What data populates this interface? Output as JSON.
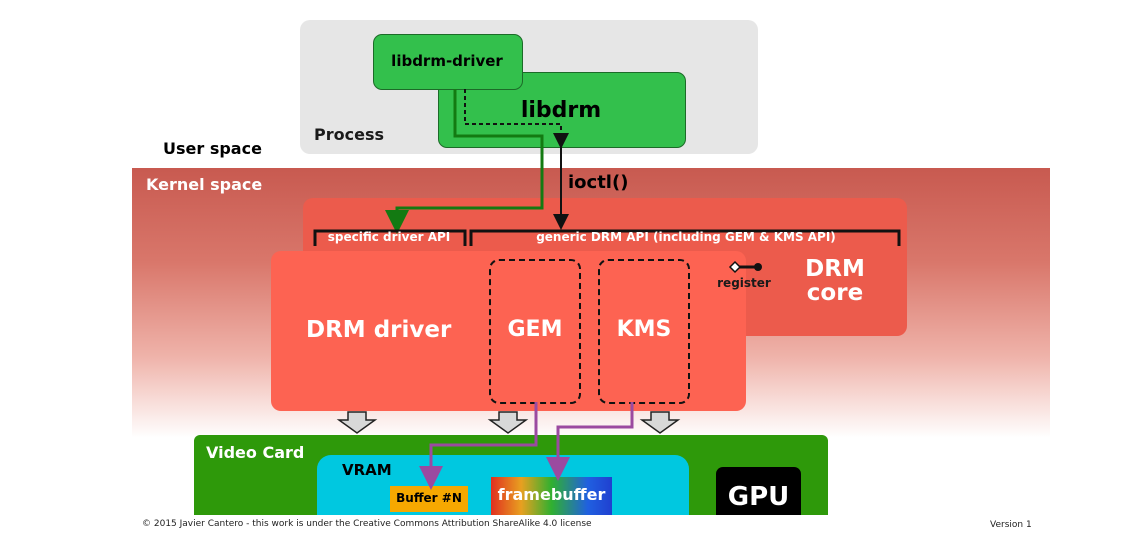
{
  "labels": {
    "libdrm_driver": "libdrm-driver",
    "libdrm": "libdrm",
    "process": "Process",
    "user_space": "User space",
    "kernel_space": "Kernel space",
    "ioctl": "ioctl()",
    "specific_api": "specific driver API",
    "generic_api": "generic DRM API (including GEM & KMS API)",
    "drm_core_line1": "DRM",
    "drm_core_line2": "core",
    "register": "register",
    "drm_driver": "DRM driver",
    "gem": "GEM",
    "kms": "KMS",
    "video_card": "Video Card",
    "vram": "VRAM",
    "buffer_n": "Buffer #N",
    "framebuffer": "framebuffer",
    "gpu": "GPU"
  },
  "footer": {
    "copyright": "© 2015 Javier Cantero - this work is under the Creative Commons Attribution ShareAlike 4.0 license",
    "version": "Version 1"
  },
  "colors": {
    "libdrm_green": "#33c04c",
    "driver_red": "#fd6352",
    "core_red": "#ec5b4c",
    "video_card_green": "#2e990a",
    "vram_cyan": "#00c8e0",
    "buffer_orange": "#f6a800",
    "driver_path_green": "#137a12",
    "mem_path_purple": "#9b4aa0"
  }
}
